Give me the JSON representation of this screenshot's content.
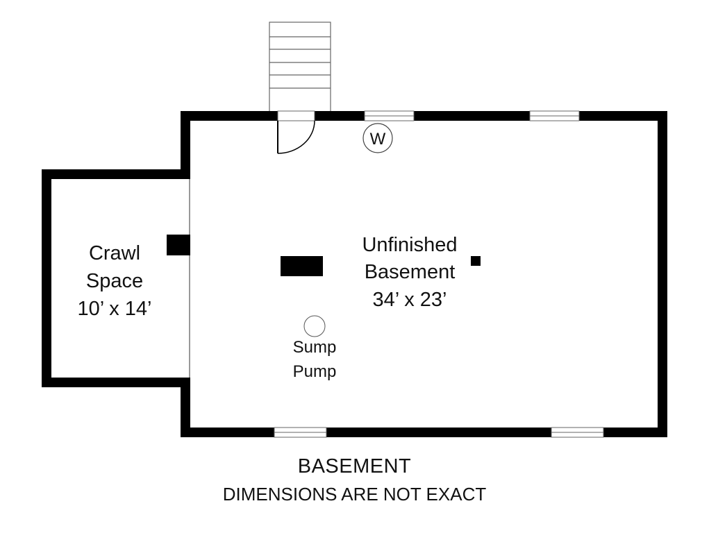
{
  "floor_plan": {
    "rooms": {
      "basement": {
        "name_line1": "Unfinished",
        "name_line2": "Basement",
        "dimensions": "34’ x 23’"
      },
      "crawl_space": {
        "name_line1": "Crawl",
        "name_line2": "Space",
        "dimensions": "10’ x 14’"
      }
    },
    "fixtures": {
      "water_heater_symbol": "W",
      "sump_pump_line1": "Sump",
      "sump_pump_line2": "Pump"
    },
    "caption": {
      "title": "BASEMENT",
      "note": "DIMENSIONS ARE NOT EXACT"
    },
    "colors": {
      "wall": "#000000",
      "background": "#ffffff",
      "line": "#555555"
    }
  }
}
